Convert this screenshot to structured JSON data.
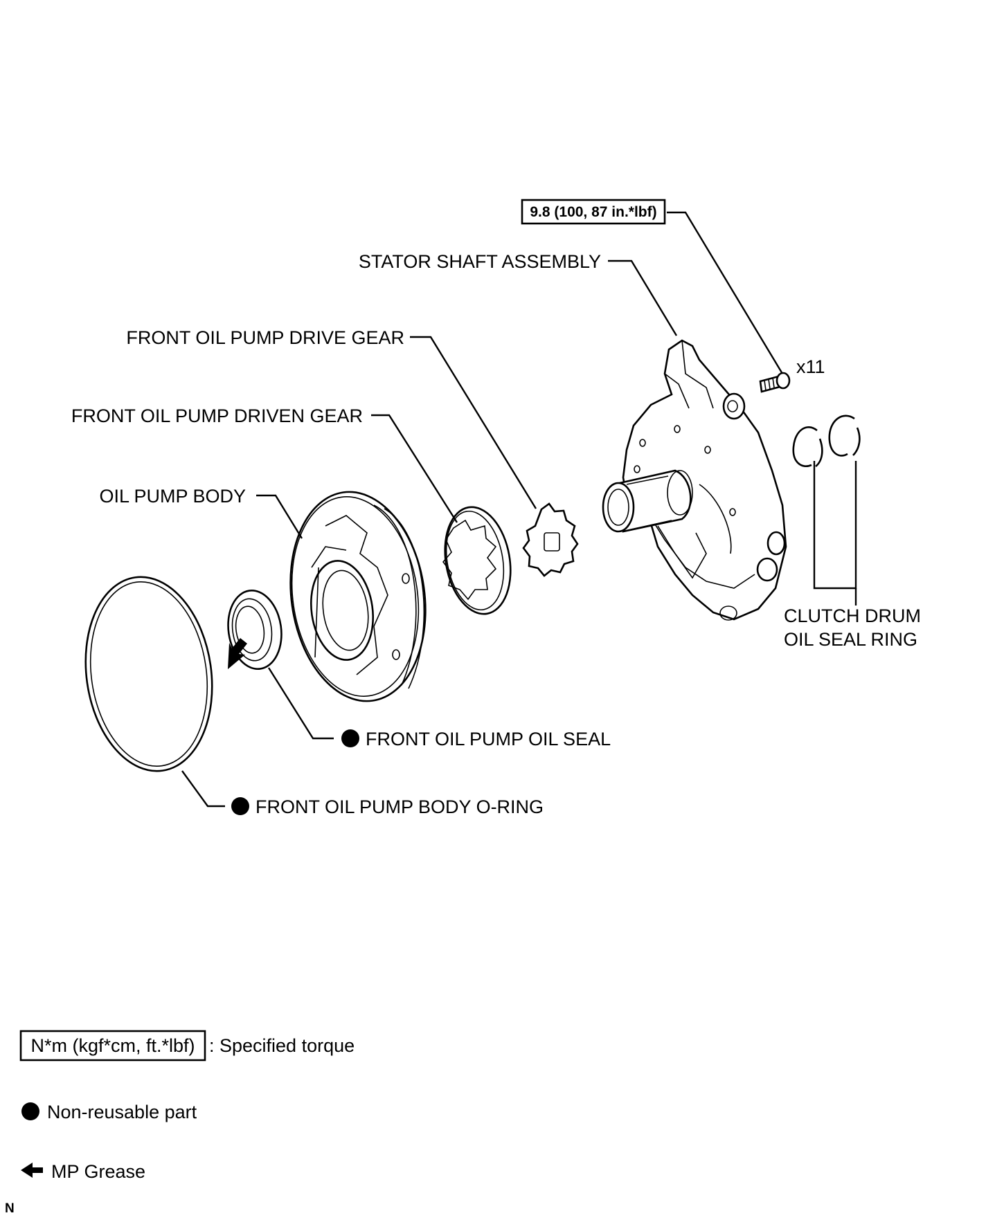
{
  "torque_spec": "9.8 (100, 87 in.*lbf)",
  "quantity": "x11",
  "labels": {
    "stator_shaft_assembly": "STATOR SHAFT ASSEMBLY",
    "front_oil_pump_drive_gear": "FRONT OIL PUMP DRIVE GEAR",
    "front_oil_pump_driven_gear": "FRONT OIL PUMP DRIVEN GEAR",
    "oil_pump_body": "OIL PUMP BODY",
    "clutch_drum_line1": "CLUTCH DRUM",
    "clutch_drum_line2": "OIL SEAL RING",
    "front_oil_pump_oil_seal": "FRONT OIL PUMP OIL SEAL",
    "front_oil_pump_body_o_ring": "FRONT OIL PUMP BODY O-RING"
  },
  "legend": {
    "torque_unit": "N*m (kgf*cm, ft.*lbf)",
    "torque_text": ": Specified torque",
    "non_reusable": "Non-reusable part",
    "mp_grease": "MP Grease"
  },
  "corner_code": "N",
  "icons": {
    "non_reusable": "filled-circle-icon",
    "grease": "arrow-left-icon"
  }
}
